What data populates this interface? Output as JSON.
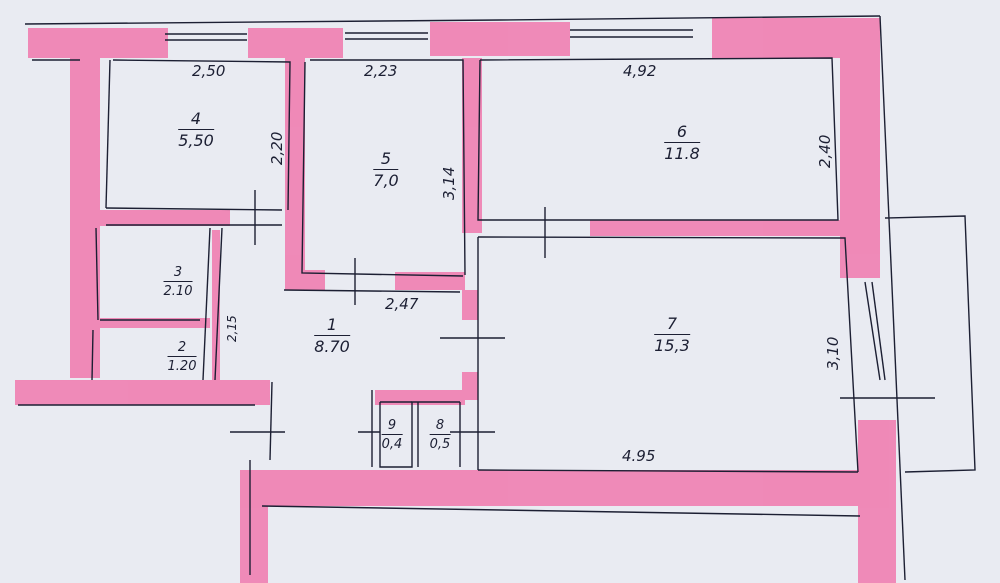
{
  "plan": {
    "wall_color": "#f07fb1",
    "line_color": "#1c1f33",
    "paper_color": "#e9ebf2",
    "rooms": [
      {
        "number": "1",
        "area": "8.70"
      },
      {
        "number": "2",
        "area": "1.20"
      },
      {
        "number": "3",
        "area": "2.10"
      },
      {
        "number": "4",
        "area": "5,50"
      },
      {
        "number": "5",
        "area": "7,0"
      },
      {
        "number": "6",
        "area": "11.8"
      },
      {
        "number": "7",
        "area": "15,3"
      },
      {
        "number": "8",
        "area": "0,5"
      },
      {
        "number": "9",
        "area": "0,4"
      }
    ],
    "dimensions": {
      "room4_width": "2,50",
      "room4_height": "2,20",
      "room5_width": "2,23",
      "room5_height": "3,14",
      "room6_width": "4,92",
      "room6_height": "2,40",
      "room7_width": "4.95",
      "room7_height": "3,10",
      "corridor_width": "2,47",
      "corridor_side": "2,15"
    }
  }
}
